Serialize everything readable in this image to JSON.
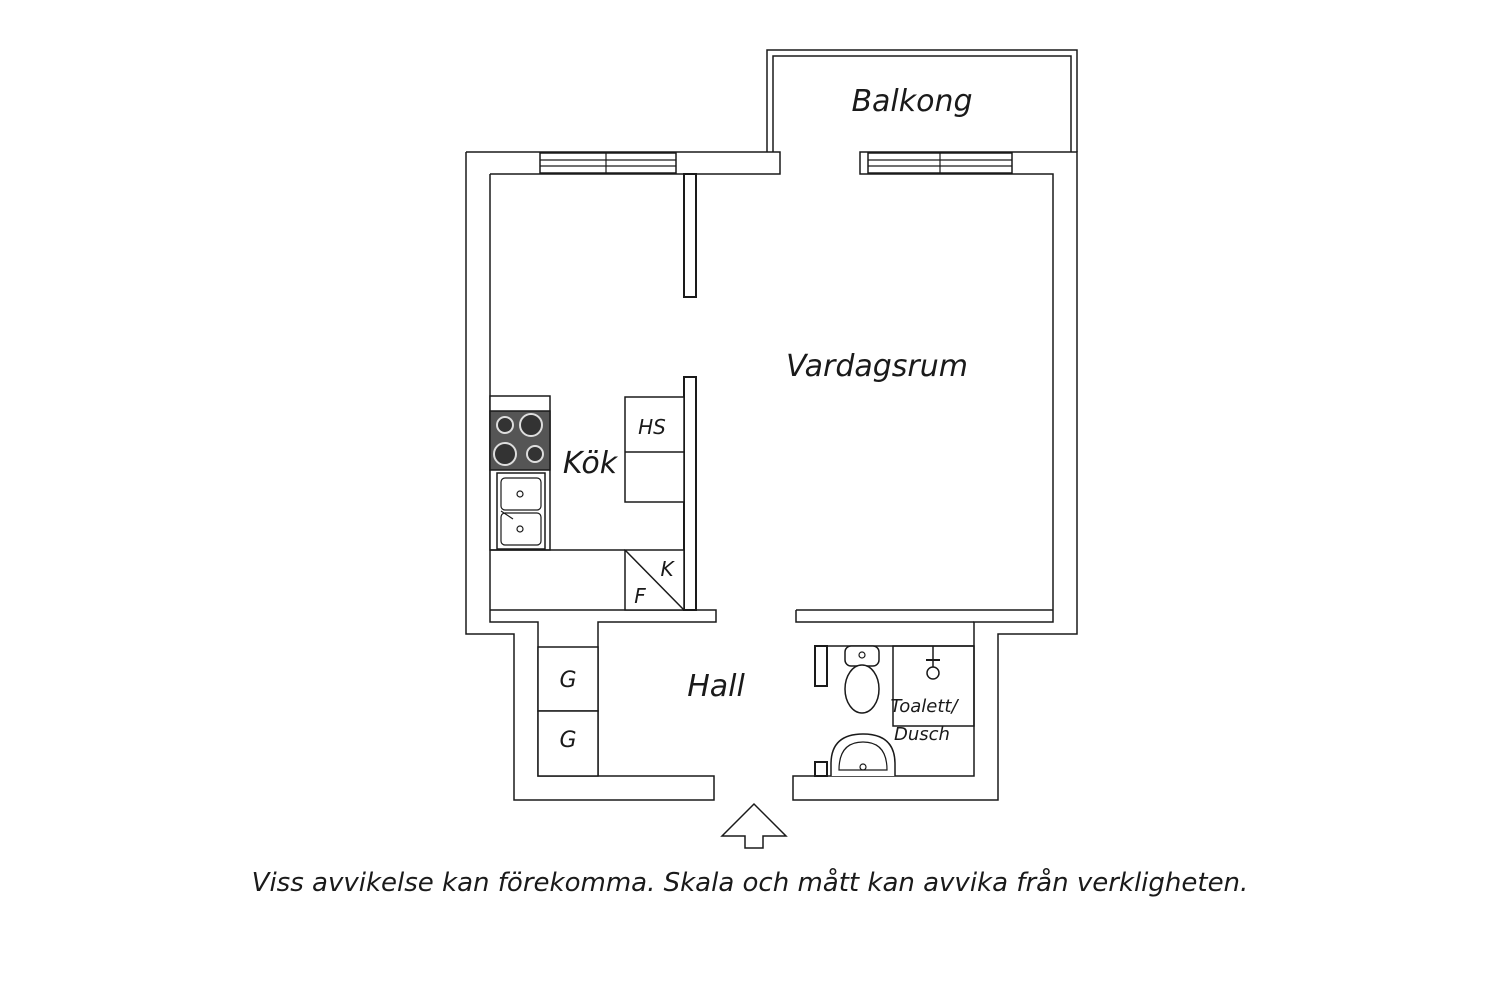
{
  "rooms": {
    "balcony": "Balkong",
    "living": "Vardagsrum",
    "kitchen": "Kök",
    "hall": "Hall",
    "bath_line1": "Toalett/",
    "bath_line2": "Dusch"
  },
  "fixtures": {
    "hs": "HS",
    "k": "K",
    "f": "F",
    "g1": "G",
    "g2": "G"
  },
  "disclaimer": "Viss avvikelse kan förekomma. Skala och mått kan avvika från verkligheten."
}
